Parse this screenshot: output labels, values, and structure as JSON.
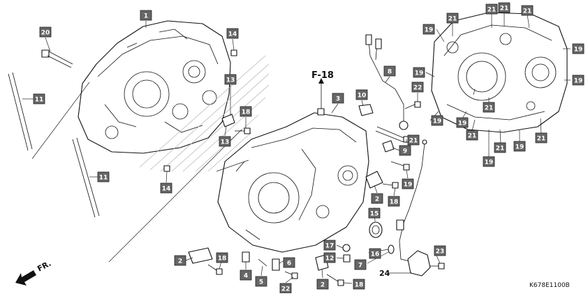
{
  "diagram": {
    "section_ref": "F-18",
    "direction_label": "FR.",
    "drawing_code": "K678E1100B",
    "callouts": {
      "c1": "1",
      "c20": "20",
      "c14a": "14",
      "c11a": "11",
      "c11b": "11",
      "c14b": "14",
      "c13a": "13",
      "c18a": "18",
      "c13b": "13",
      "c3": "3",
      "c10": "10",
      "c8": "8",
      "c22a": "22",
      "c21m": "21",
      "c9": "9",
      "c19m": "19",
      "c2a": "2",
      "c18b": "18",
      "c15": "15",
      "c2b": "2",
      "c18c": "18",
      "c4": "4",
      "c5": "5",
      "c6": "6",
      "c22b": "22",
      "c17": "17",
      "c12": "12",
      "c16": "16",
      "c7": "7",
      "c2c": "2",
      "c18d": "18",
      "c24": "24",
      "c23": "23",
      "r21a": "21",
      "r21b": "21",
      "r21c": "21",
      "r21d": "21",
      "r19a": "19",
      "r19b": "19",
      "r19c": "19",
      "r19d": "19",
      "r19e": "19",
      "r19f": "19",
      "r21e": "21",
      "r21f": "21",
      "r21g": "21",
      "r19g": "19",
      "r21h": "21",
      "r19h": "19"
    }
  }
}
